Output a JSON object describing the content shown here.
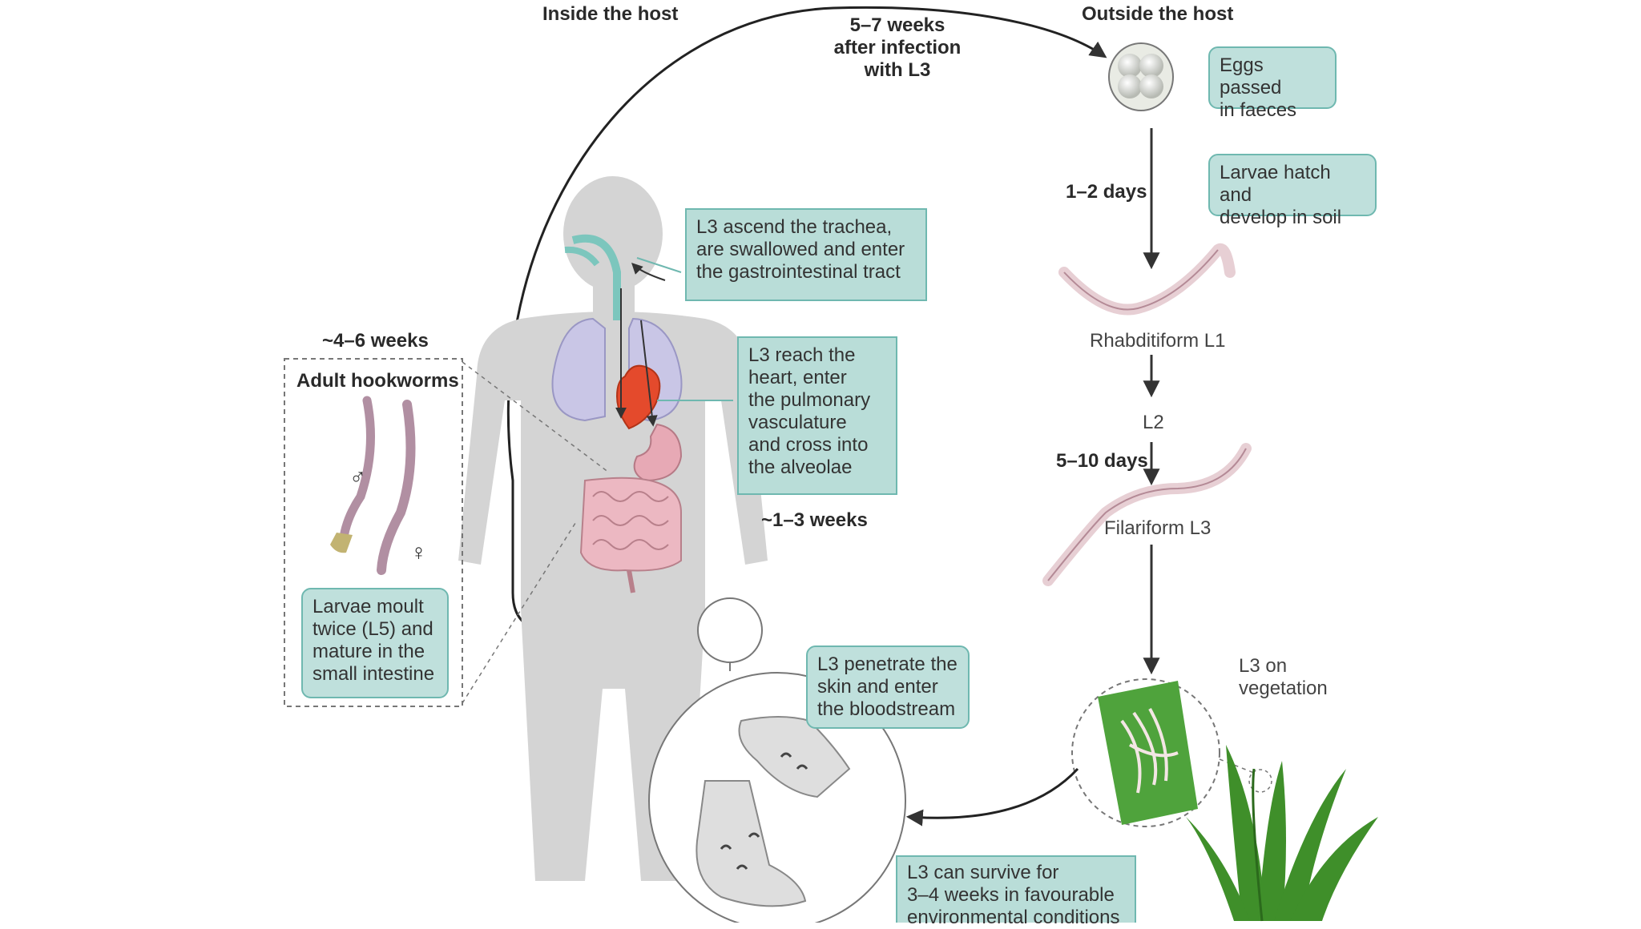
{
  "headings": {
    "inside": "Inside the host",
    "outside": "Outside the host"
  },
  "timings": {
    "infection": [
      "5–7 weeks",
      "after infection",
      "with L3"
    ],
    "hatch_days": "1–2 days",
    "l2_days": "5–10 days",
    "adult_weeks": "~4–6 weeks",
    "migration_weeks": "~1–3 weeks"
  },
  "stages": {
    "l1": "Rhabditiform L1",
    "l2": "L2",
    "l3": "Filariform L3",
    "vegetation": [
      "L3 on",
      "vegetation"
    ]
  },
  "boxes": {
    "eggs": [
      "Eggs passed",
      "in faeces"
    ],
    "hatch": [
      "Larvae hatch and",
      "develop in soil"
    ],
    "trachea": [
      "L3 ascend the trachea,",
      "are swallowed and enter",
      "the gastrointestinal tract"
    ],
    "heart": [
      "L3 reach the",
      "heart, enter",
      "the pulmonary",
      "vasculature",
      "and cross into",
      "the alveolae"
    ],
    "moult": [
      "Larvae moult",
      "twice (L5) and",
      "mature in the",
      "small intestine"
    ],
    "penetrate": [
      "L3 penetrate the",
      "skin and enter",
      "the bloodstream"
    ],
    "survive": [
      "L3 can survive for",
      "3–4 weeks in favourable",
      "environmental conditions"
    ]
  },
  "adult": {
    "title": "Adult hookworms",
    "male": "♂",
    "female": "♀"
  },
  "colors": {
    "teal_box": "#bfe0dc",
    "teal_border": "#6fb8b0",
    "body": "#d2d2d2",
    "lungs": "#c9c6e6",
    "heart": "#e44a2c",
    "intestine": "#e7b3bd",
    "worm": "#c9a9b8",
    "grass": "#3f8f2a"
  }
}
